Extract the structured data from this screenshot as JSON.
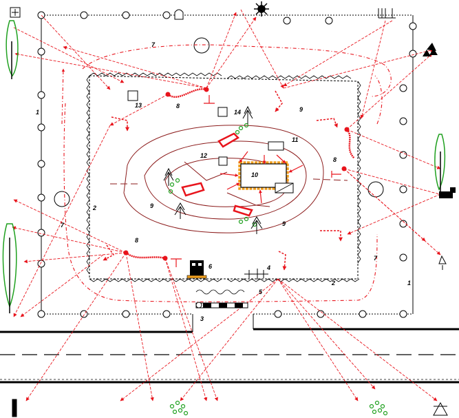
{
  "labels": {
    "l1": "1",
    "l1b": "1",
    "l2": "2",
    "l2b": "2",
    "l3": "3",
    "l4": "4",
    "l5": "5",
    "l6": "6",
    "l7": "7",
    "l7b": "7",
    "l7c": "7",
    "l8": "8",
    "l8b": "8",
    "l8c": "8",
    "l9": "9",
    "l9b": "9",
    "l9c": "9",
    "l10": "10",
    "l11": "11",
    "l12": "12",
    "l13": "13",
    "l14": "14"
  },
  "colors": {
    "threat": "#e8141c",
    "fence": "#000000",
    "terrain": "#8b1a1a",
    "vegetation": "#1fa01f",
    "building_glow": "#f0a020"
  },
  "icons": [
    "radar-icon",
    "sun-icon",
    "bunker-icon",
    "antenna-icon",
    "tree-line-icon",
    "vehicle-icon",
    "tower-icon",
    "shrub-icon",
    "mast-icon",
    "sentry-icon"
  ]
}
